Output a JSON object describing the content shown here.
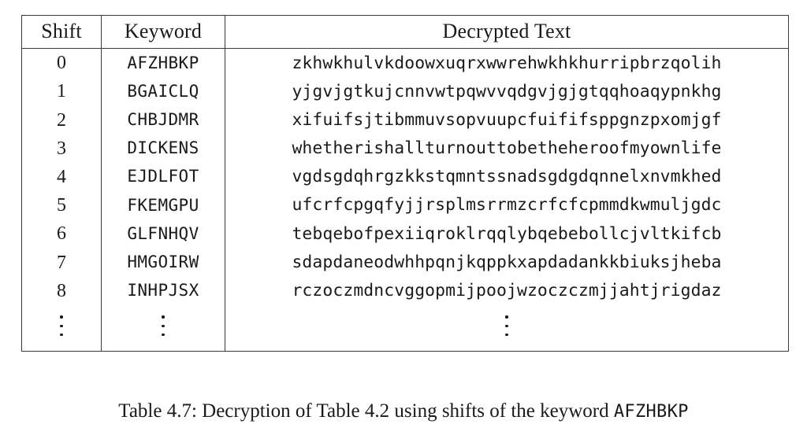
{
  "table": {
    "columns": [
      "Shift",
      "Keyword",
      "Decrypted Text"
    ],
    "rows": [
      {
        "shift": "0",
        "keyword": "AFZHBKP",
        "text": "zkhwkhulvkdoowxuqrxwwrehwkhkhurripbrzqolih"
      },
      {
        "shift": "1",
        "keyword": "BGAICLQ",
        "text": "yjgvjgtkujcnnvwtpqwvvqdgvjgjgtqqhoaqypnkhg"
      },
      {
        "shift": "2",
        "keyword": "CHBJDMR",
        "text": "xifuifsjtibmmuvsopvuupcfuififsppgnzpxomjgf"
      },
      {
        "shift": "3",
        "keyword": "DICKENS",
        "text": "whetherishallturnouttobetheheroofmyownlife"
      },
      {
        "shift": "4",
        "keyword": "EJDLFOT",
        "text": "vgdsgdqhrgzkkstqmntssnadsgdgdqnnelxnvmkhed"
      },
      {
        "shift": "5",
        "keyword": "FKEMGPU",
        "text": "ufcrfcpgqfyjjrsplmsrrmzcrfcfcpmmdkwmuljgdc"
      },
      {
        "shift": "6",
        "keyword": "GLFNHQV",
        "text": "tebqebofpexiiqroklrqqlybqebebollcjvltkifcb"
      },
      {
        "shift": "7",
        "keyword": "HMGOIRW",
        "text": "sdapdaneodwhhpqnjkqppkxapdadankkbiuksjheba"
      },
      {
        "shift": "8",
        "keyword": "INHPJSX",
        "text": "rczoczmdncvggopmijpoojwzoczczmjjahtjrigdaz"
      }
    ],
    "continuation_symbol": "vertical-ellipsis"
  },
  "caption": {
    "text_before": "Table 4.7: Decryption of Table 4.2 using shifts of the keyword ",
    "keyword": "AFZHBKP"
  },
  "colors": {
    "page_background": "#ffffff",
    "text": "#1a1a1a",
    "rule": "#3a3a3a"
  }
}
